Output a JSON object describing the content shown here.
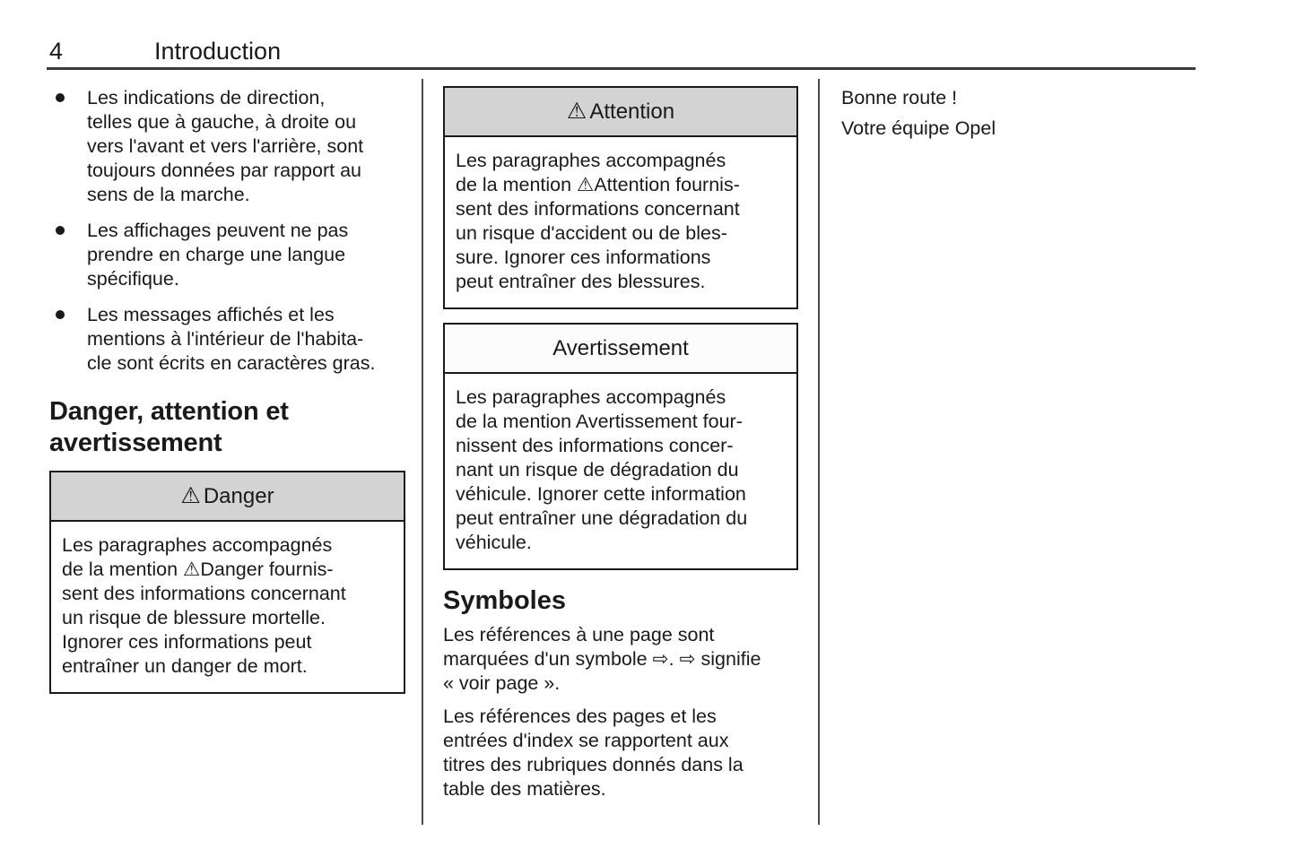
{
  "header": {
    "page_number": "4",
    "chapter_title": "Introduction"
  },
  "column1": {
    "bullets": [
      "Les indications de direction,\ntelles que à gauche, à droite ou\nvers l'avant et vers l'arrière, sont\ntoujours données par rapport au\nsens de la marche.",
      "Les affichages peuvent ne pas\nprendre en charge une langue\nspécifique.",
      "Les messages affichés et les\nmentions à l'intérieur de l'habita-\ncle sont écrits en caractères gras."
    ],
    "section_heading": "Danger, attention et\navertissement",
    "danger_box": {
      "warning_icon": "⚠",
      "title": "Danger",
      "body": "Les paragraphes accompagnés\nde la mention ⚠Danger fournis-\nsent des informations concernant\nun risque de blessure mortelle.\nIgnorer ces informations peut\nentraîner un danger de mort."
    }
  },
  "column2": {
    "attention_box": {
      "warning_icon": "⚠",
      "title": "Attention",
      "body": "Les paragraphes accompagnés\nde la mention ⚠Attention fournis-\nsent des informations concernant\nun risque d'accident ou de bles-\nsure. Ignorer ces informations\npeut entraîner des blessures."
    },
    "warning_box": {
      "title": "Avertissement",
      "body": "Les paragraphes accompagnés\nde la mention Avertissement four-\nnissent des informations concer-\nnant un risque de dégradation du\nvéhicule. Ignorer cette information\npeut entraîner une dégradation du\nvéhicule."
    },
    "symbols_section": {
      "heading": "Symboles",
      "paragraph1": "Les références à une page sont\nmarquées d'un symbole ⇨. ⇨ signifie\n« voir page ».",
      "paragraph2": "Les références des pages et les\nentrées d'index se rapportent aux\ntitres des rubriques donnés dans la\ntable des matières."
    }
  },
  "column3": {
    "closing_line1": "Bonne route !",
    "closing_line2": "Votre équipe Opel"
  },
  "colors": {
    "box_header_gray": "#d3d3d3",
    "box_border": "#1a1a1a",
    "text": "#1a1a1a"
  }
}
